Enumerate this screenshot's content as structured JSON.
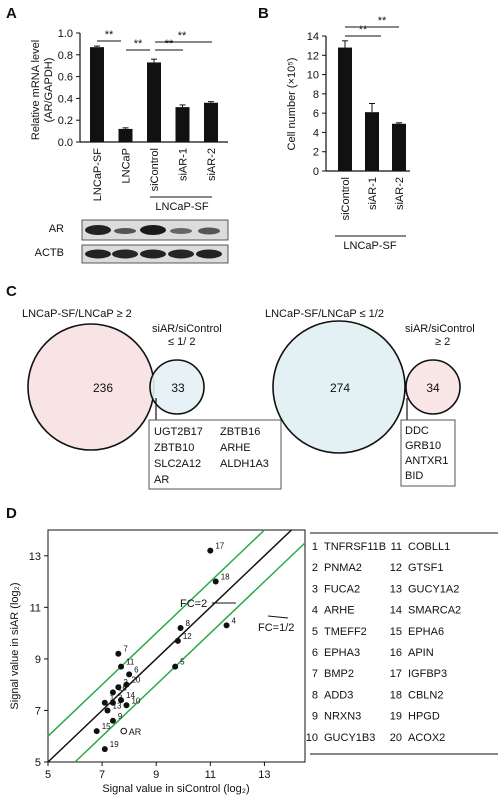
{
  "panels": {
    "A": "A",
    "B": "B",
    "C": "C",
    "D": "D"
  },
  "panel_a": {
    "ylabel_line1": "Relative mRNA level",
    "ylabel_line2": "(AR/GAPDH)",
    "yticks": [
      "0.0",
      "0.2",
      "0.4",
      "0.6",
      "0.8",
      "1.0"
    ],
    "sig": "**",
    "group_label": "LNCaP-SF",
    "blot_labels": [
      "AR",
      "ACTB"
    ]
  },
  "panel_b": {
    "ylabel": "Cell number (×10⁵)",
    "yticks": [
      "0",
      "2",
      "4",
      "6",
      "8",
      "10",
      "12",
      "14"
    ],
    "sig": "**",
    "group_label": "LNCaP-SF"
  },
  "panel_c": {
    "left": {
      "title": "LNCaP-SF/LNCaP ≥ 2",
      "inner_line1": "siAR/siControl",
      "inner_line2": "≤ 1/ 2",
      "outer_count": "236",
      "inner_count": "33",
      "genes": [
        "UGT2B17",
        "ZBTB16",
        "ZBTB10",
        "ARHE",
        "SLC2A12",
        "ALDH1A3",
        "AR"
      ]
    },
    "right": {
      "title": "LNCaP-SF/LNCaP ≤ 1/2",
      "inner_line1": "siAR/siControl",
      "inner_line2": "≥ 2",
      "outer_count": "274",
      "inner_count": "34",
      "genes": [
        "DDC",
        "GRB10",
        "ANTXR1",
        "BID"
      ]
    },
    "colors": {
      "pink": "#f8e4e4",
      "blue": "#e3f1f4"
    }
  },
  "panel_d": {
    "xlabel": "Signal value in siControl (log₂)",
    "ylabel": "Signal value in siAR (log₂)",
    "fc2": "FC=2",
    "fc_half": "FC=1/2",
    "ar_label": "AR",
    "line_color": "#2aa84a",
    "genes": [
      {
        "n": "1",
        "name": "TNFRSF11B"
      },
      {
        "n": "2",
        "name": "PNMA2"
      },
      {
        "n": "3",
        "name": "FUCA2"
      },
      {
        "n": "4",
        "name": "ARHE"
      },
      {
        "n": "5",
        "name": "TMEFF2"
      },
      {
        "n": "6",
        "name": "EPHA3"
      },
      {
        "n": "7",
        "name": "BMP2"
      },
      {
        "n": "8",
        "name": "ADD3"
      },
      {
        "n": "9",
        "name": "NRXN3"
      },
      {
        "n": "10",
        "name": "GUCY1B3"
      },
      {
        "n": "11",
        "name": "COBLL1"
      },
      {
        "n": "12",
        "name": "GTSF1"
      },
      {
        "n": "13",
        "name": "GUCY1A2"
      },
      {
        "n": "14",
        "name": "SMARCA2"
      },
      {
        "n": "15",
        "name": "EPHA6"
      },
      {
        "n": "16",
        "name": "APIN"
      },
      {
        "n": "17",
        "name": "IGFBP3"
      },
      {
        "n": "18",
        "name": "CBLN2"
      },
      {
        "n": "19",
        "name": "HPGD"
      },
      {
        "n": "20",
        "name": "ACOX2"
      }
    ]
  },
  "chart_data": [
    {
      "type": "bar",
      "panel": "A",
      "ylabel": "Relative mRNA level (AR/GAPDH)",
      "categories": [
        "LNCaP-SF",
        "LNCaP",
        "siControl",
        "siAR-1",
        "siAR-2"
      ],
      "values": [
        0.87,
        0.12,
        0.73,
        0.32,
        0.36
      ],
      "errors": [
        0.01,
        0.01,
        0.03,
        0.02,
        0.01
      ],
      "ylim": [
        0,
        1.0
      ]
    },
    {
      "type": "bar",
      "panel": "B",
      "ylabel": "Cell number (×10⁵)",
      "categories": [
        "siControl",
        "siAR-1",
        "siAR-2"
      ],
      "values": [
        12.8,
        6.1,
        4.9
      ],
      "errors": [
        0.7,
        0.9,
        0.1
      ],
      "ylim": [
        0,
        14
      ]
    },
    {
      "type": "scatter",
      "panel": "D",
      "xlabel": "Signal value in siControl (log₂)",
      "ylabel": "Signal value in siAR (log₂)",
      "xlim": [
        5,
        14.5
      ],
      "ylim": [
        5,
        14
      ],
      "xticks": [
        5,
        7,
        9,
        11,
        13
      ],
      "yticks": [
        5,
        7,
        9,
        11,
        13
      ],
      "points": [
        {
          "label": "1",
          "x": 7.1,
          "y": 7.3
        },
        {
          "label": "2",
          "x": 7.6,
          "y": 7.9
        },
        {
          "label": "3",
          "x": 7.4,
          "y": 7.3
        },
        {
          "label": "4",
          "x": 11.6,
          "y": 10.3
        },
        {
          "label": "5",
          "x": 9.7,
          "y": 8.7
        },
        {
          "label": "6",
          "x": 8.0,
          "y": 8.4
        },
        {
          "label": "7",
          "x": 7.6,
          "y": 9.2
        },
        {
          "label": "8",
          "x": 9.9,
          "y": 10.2
        },
        {
          "label": "9",
          "x": 7.4,
          "y": 6.6
        },
        {
          "label": "10",
          "x": 7.9,
          "y": 7.2
        },
        {
          "label": "11",
          "x": 7.7,
          "y": 8.7
        },
        {
          "label": "12",
          "x": 9.8,
          "y": 9.7
        },
        {
          "label": "13",
          "x": 7.2,
          "y": 7.0
        },
        {
          "label": "14",
          "x": 7.7,
          "y": 7.4
        },
        {
          "label": "15",
          "x": 6.8,
          "y": 6.2
        },
        {
          "label": "16",
          "x": 7.4,
          "y": 7.7
        },
        {
          "label": "17",
          "x": 11.0,
          "y": 13.2
        },
        {
          "label": "18",
          "x": 11.2,
          "y": 12.0
        },
        {
          "label": "19",
          "x": 7.1,
          "y": 5.5
        },
        {
          "label": "20",
          "x": 7.9,
          "y": 8.0
        },
        {
          "label": "AR",
          "x": 7.8,
          "y": 6.2,
          "open": true
        }
      ],
      "lines": [
        "y = x",
        "FC=2",
        "FC=1/2"
      ]
    }
  ]
}
